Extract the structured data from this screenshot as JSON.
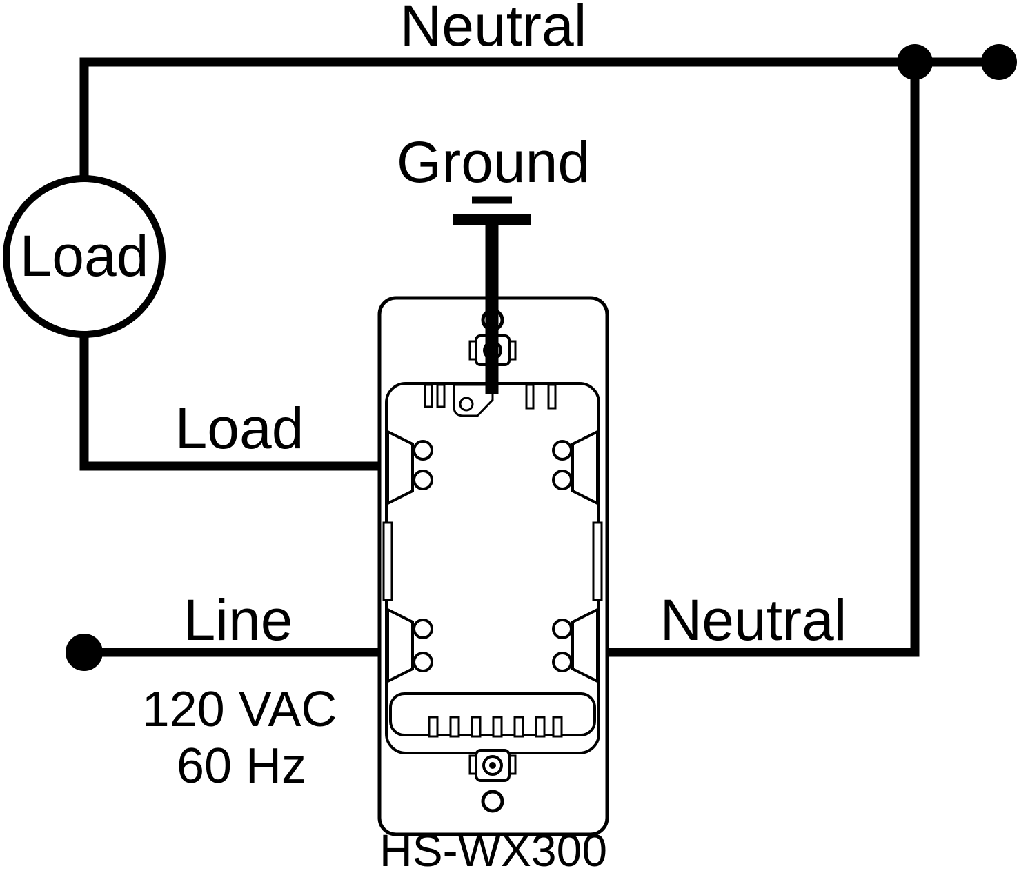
{
  "labels": {
    "neutral_top": "Neutral",
    "ground": "Ground",
    "load_device": "Load",
    "load_terminal": "Load",
    "line_terminal": "Line",
    "voltage": "120 VAC",
    "frequency": "60 Hz",
    "neutral_terminal": "Neutral",
    "model": "HS-WX300"
  },
  "colors": {
    "wire": "#000000",
    "device_outline": "#000000",
    "background": "#ffffff"
  }
}
